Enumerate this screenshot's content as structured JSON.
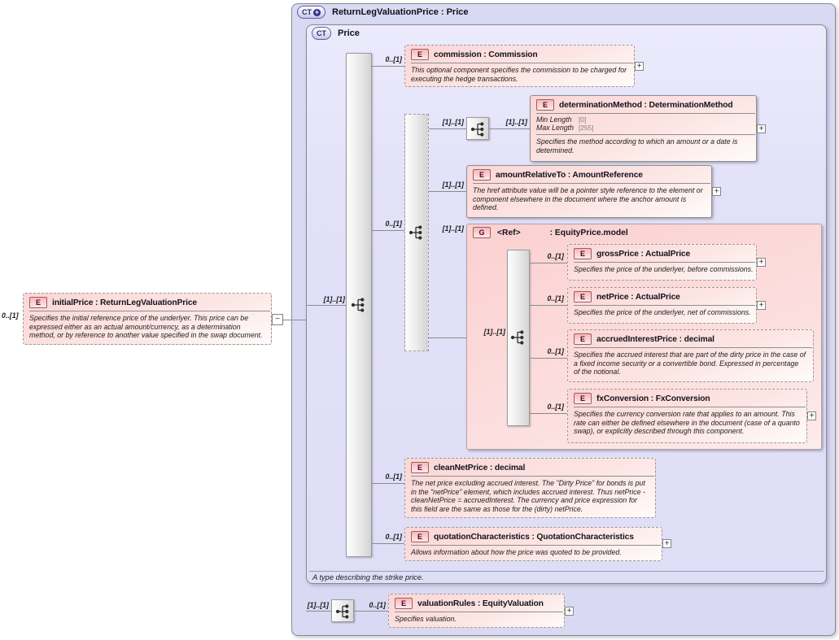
{
  "glyphs": {
    "expand": "+",
    "collapse": "−"
  },
  "outer": {
    "badge": "CT",
    "badge_plus": "+",
    "title": "ReturnLegValuationPrice : Price"
  },
  "inner": {
    "badge": "CT",
    "title": "Price",
    "sequence_cardinality": "[1]..[1]",
    "footer": "A type describing the strike price."
  },
  "initialPrice": {
    "badge": "E",
    "cardinality": "0..[1]",
    "title": "initialPrice : ReturnLegValuationPrice",
    "desc": "Specifies the initial reference price of the underlyer. This price can be expressed either as an actual amount/currency, as a determination method, or by reference to another value specified in the swap document."
  },
  "children": {
    "commission": {
      "badge": "E",
      "cardinality": "0..[1]",
      "title": "commission : Commission",
      "desc": "This optional component specifies the commission to be charged for executing the hedge transactions."
    },
    "choice": {
      "cardinality": "0..[1]"
    },
    "determinationMethod": {
      "badge": "E",
      "cardinality_before": "[1]..[1]",
      "cardinality_after": "[1]..[1]",
      "title": "determinationMethod : DeterminationMethod",
      "facets": [
        {
          "name": "Min Length",
          "value": "[0]"
        },
        {
          "name": "Max Length",
          "value": "[255]"
        }
      ],
      "desc": "Specifies the method according to which an amount or a date is determined."
    },
    "amountRelativeTo": {
      "badge": "E",
      "cardinality": "[1]..[1]",
      "title": "amountRelativeTo : AmountReference",
      "desc": "The href attribute value will be a pointer style reference to the element or component elsewhere in the document where the anchor amount is defined."
    },
    "group": {
      "badge": "G",
      "cardinality": "[1]..[1]",
      "name": "<Ref>",
      "type": ": EquityPrice.model",
      "sequence_cardinality": "[1]..[1]",
      "grossPrice": {
        "badge": "E",
        "cardinality": "0..[1]",
        "title": "grossPrice : ActualPrice",
        "desc": "Specifies the price of the underlyer, before commissions."
      },
      "netPrice": {
        "badge": "E",
        "cardinality": "0..[1]",
        "title": "netPrice : ActualPrice",
        "desc": "Specifies the price of the underlyer, net of commissions."
      },
      "accruedInterestPrice": {
        "badge": "E",
        "cardinality": "0..[1]",
        "title": "accruedInterestPrice : decimal",
        "desc": "Specifies the accrued interest that are part of the dirty price in the case of a fixed income security or a convertible bond. Expressed in percentage of the notional."
      },
      "fxConversion": {
        "badge": "E",
        "cardinality": "0..[1]",
        "title": "fxConversion : FxConversion",
        "desc": "Specifies the currency conversion rate that applies to an amount. This rate can either be defined elsewhere in the document (case of a quanto swap), or explicitly described through this component."
      }
    },
    "cleanNetPrice": {
      "badge": "E",
      "cardinality": "0..[1]",
      "title": "cleanNetPrice : decimal",
      "desc": "The net price excluding accrued interest. The \"Dirty Price\" for bonds is put in the \"netPrice\" element, which includes accrued interest. Thus netPrice - cleanNetPrice = accruedInterest. The currency and price expression for this field are the same as those for the (dirty) netPrice."
    },
    "quotationCharacteristics": {
      "badge": "E",
      "cardinality": "0..[1]",
      "title": "quotationCharacteristics : QuotationCharacteristics",
      "desc": "Allows information about how the price was quoted to be provided."
    }
  },
  "valuationRules": {
    "badge": "E",
    "sequence_cardinality": "[1]..[1]",
    "cardinality": "0..[1]",
    "title": "valuationRules : EquityValuation",
    "desc": "Specifies valuation."
  },
  "colors": {
    "outer_fill": "#dad9f4",
    "inner_fill": "#e2e1f8",
    "element_pink": "#fbd6d6",
    "group_pink": "#fbd0d0",
    "border_gray": "#8a8a8a",
    "line": "#888888"
  }
}
